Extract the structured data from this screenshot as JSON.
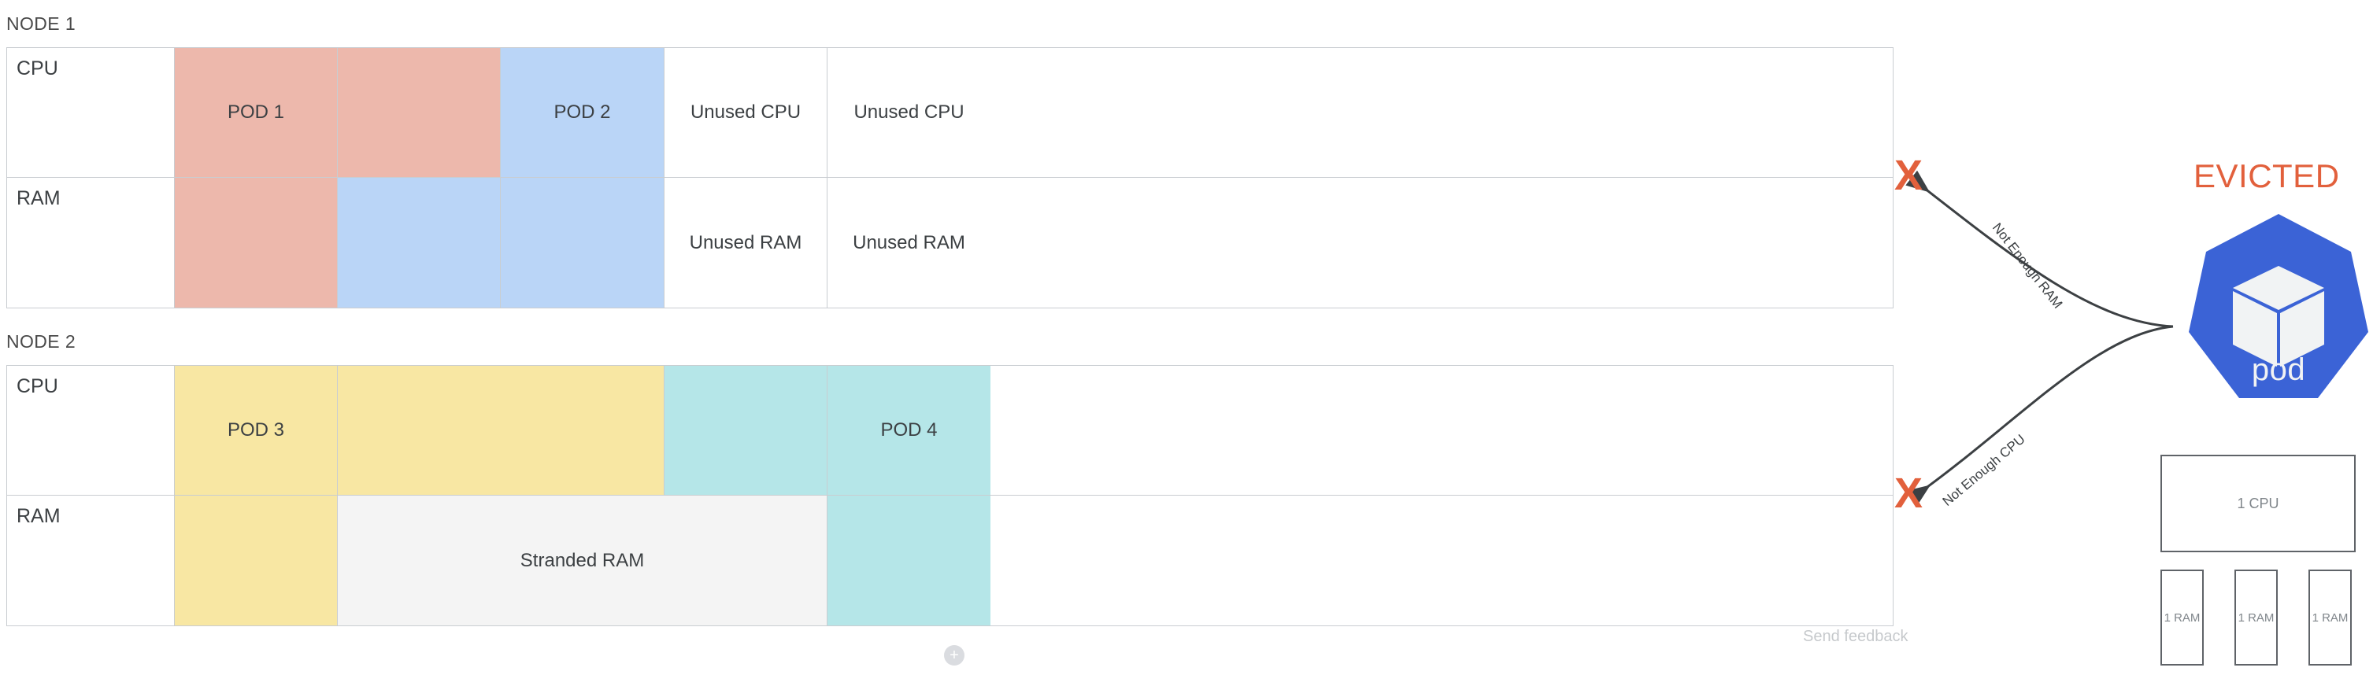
{
  "colors": {
    "pod1": "#EDB8AC",
    "pod2": "#BAD5F7",
    "pod3": "#F8E7A3",
    "pod4": "#B5E6E8",
    "stranded": "#F4F4F4",
    "unused": "#FFFFFF",
    "evicted_text": "#E2603C",
    "x_mark": "#E2603C",
    "k8s_blue": "#3B63D6",
    "border": "#C9CDD1"
  },
  "nodes": [
    {
      "id": "node1",
      "label": "NODE 1",
      "rows": [
        {
          "resource": "CPU",
          "cells": [
            {
              "label": "POD 1",
              "color": "#EDB8AC",
              "span": 1
            },
            {
              "label": "",
              "color": "#EDB8AC",
              "span": 1
            },
            {
              "label": "POD 2",
              "color": "#BAD5F7",
              "span": 1
            },
            {
              "label": "Unused CPU",
              "color": "#FFFFFF",
              "span": 1
            },
            {
              "label": "Unused CPU",
              "color": "#FFFFFF",
              "span": 1
            }
          ]
        },
        {
          "resource": "RAM",
          "cells": [
            {
              "label": "",
              "color": "#EDB8AC",
              "span": 1
            },
            {
              "label": "",
              "color": "#BAD5F7",
              "span": 1
            },
            {
              "label": "",
              "color": "#BAD5F7",
              "span": 1
            },
            {
              "label": "Unused RAM",
              "color": "#FFFFFF",
              "span": 1
            },
            {
              "label": "Unused RAM",
              "color": "#FFFFFF",
              "span": 1
            }
          ]
        }
      ]
    },
    {
      "id": "node2",
      "label": "NODE 2",
      "rows": [
        {
          "resource": "CPU",
          "cells": [
            {
              "label": "POD 3",
              "color": "#F8E7A3",
              "span": 1
            },
            {
              "label": "",
              "color": "#F8E7A3",
              "span": 1
            },
            {
              "label": "",
              "color": "#B5E6E8",
              "span": 1
            },
            {
              "label": "POD 4",
              "color": "#B5E6E8",
              "span": 1
            }
          ]
        },
        {
          "resource": "RAM",
          "cells": [
            {
              "label": "",
              "color": "#F8E7A3",
              "span": 1
            },
            {
              "label": "Stranded RAM",
              "color": "#F4F4F4",
              "span": 2
            },
            {
              "label": "",
              "color": "#B5E6E8",
              "span": 1
            }
          ]
        }
      ]
    }
  ],
  "evicted": {
    "title": "EVICTED",
    "pod_logo_label": "pod",
    "logo_icon": "kubernetes-pod-icon"
  },
  "requests": {
    "cpu": "1 CPU",
    "ram": [
      "1 RAM",
      "1 RAM",
      "1 RAM"
    ]
  },
  "edges": [
    {
      "id": "not-enough-ram",
      "label": "Not Enough RAM",
      "marker": "X"
    },
    {
      "id": "not-enough-cpu",
      "label": "Not Enough CPU",
      "marker": "X"
    }
  ],
  "chrome": {
    "add_button": "+",
    "send_feedback": "Send feedback"
  }
}
